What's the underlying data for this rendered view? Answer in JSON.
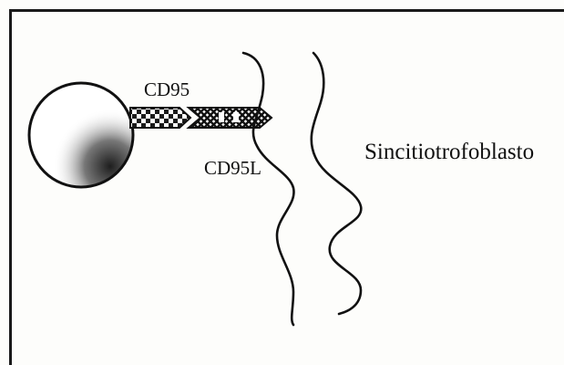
{
  "diagram": {
    "receptor_label": "CD95",
    "ligand_label": "CD95L",
    "tissue_label": "Sincitiotrofoblasto"
  }
}
